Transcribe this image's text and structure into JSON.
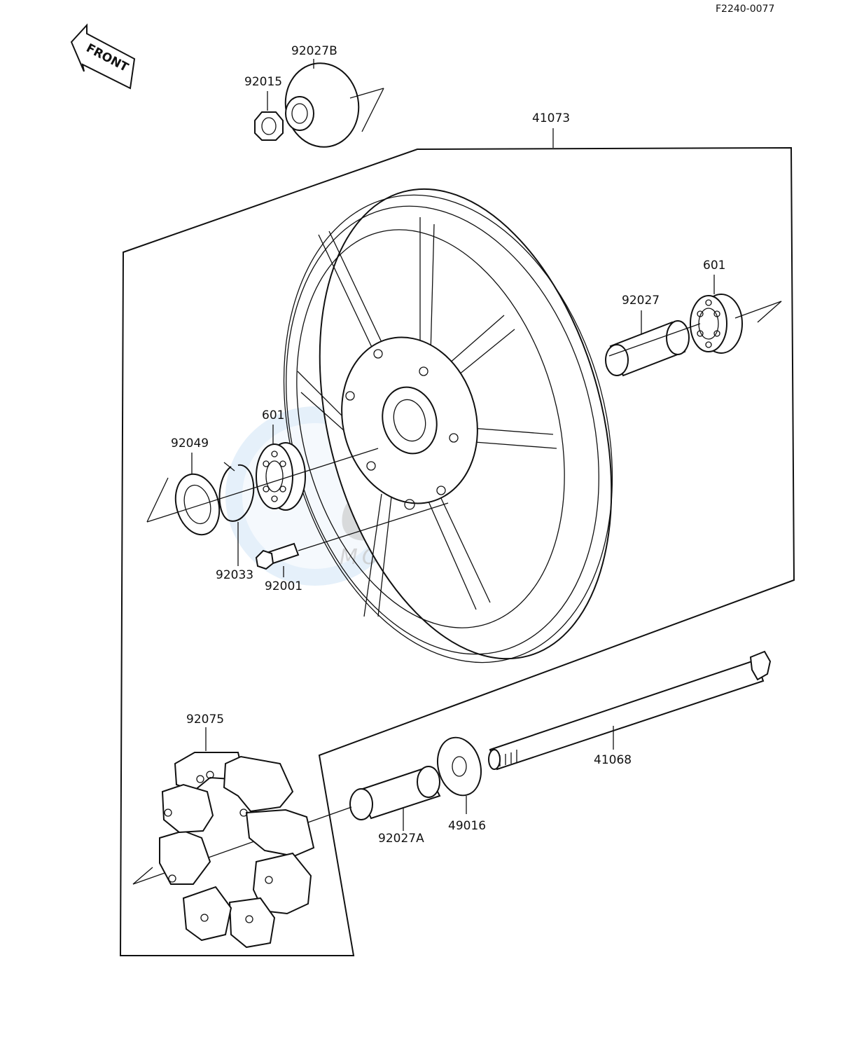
{
  "diagram_code": "F2240-0077",
  "front_label": "FRONT",
  "watermark": {
    "brand": "CMS",
    "sub": "MOTORPARTS"
  },
  "parts": [
    {
      "id": "41073",
      "label": "41073"
    },
    {
      "id": "92027B",
      "label": "92027B"
    },
    {
      "id": "92015",
      "label": "92015"
    },
    {
      "id": "601-right",
      "label": "601"
    },
    {
      "id": "92027",
      "label": "92027"
    },
    {
      "id": "601-left",
      "label": "601"
    },
    {
      "id": "92049",
      "label": "92049"
    },
    {
      "id": "92033",
      "label": "92033"
    },
    {
      "id": "92001",
      "label": "92001"
    },
    {
      "id": "92075",
      "label": "92075"
    },
    {
      "id": "41068",
      "label": "41068"
    },
    {
      "id": "49016",
      "label": "49016"
    },
    {
      "id": "92027A",
      "label": "92027A"
    }
  ]
}
